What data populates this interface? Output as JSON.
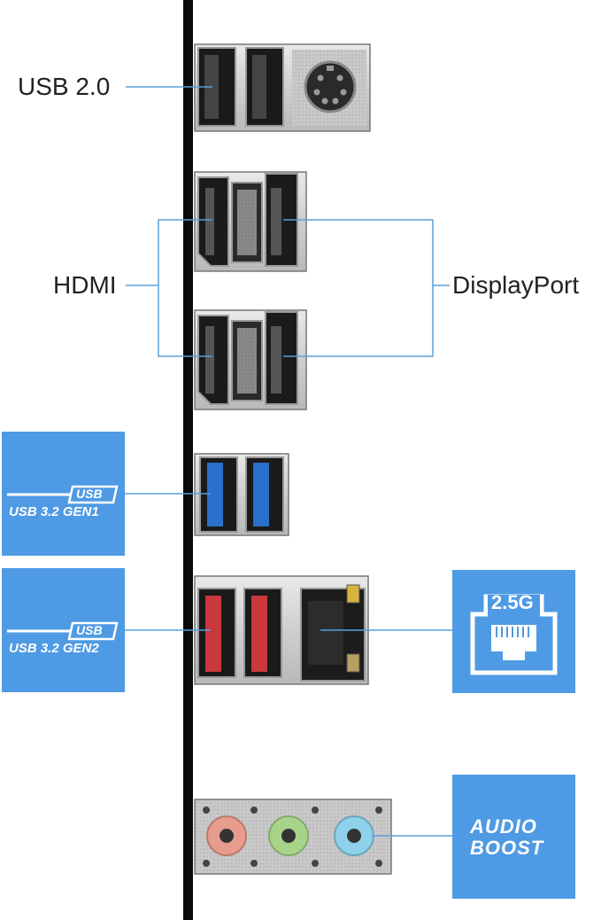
{
  "labels": {
    "usb20": "USB 2.0",
    "hdmi": "HDMI",
    "displayport": "DisplayPort"
  },
  "badges": {
    "usb_gen1": {
      "logo": "USB",
      "text": "USB 3.2 GEN1"
    },
    "usb_gen2": {
      "logo": "USB",
      "text": "USB 3.2 GEN2"
    },
    "lan": {
      "speed": "2.5G"
    },
    "audio": {
      "line1": "AUDIO",
      "line2": "BOOST"
    }
  },
  "colors": {
    "leader": "#5aa0d8",
    "badge": "#4f9ae4",
    "usb3_blue": "#2a6fc9",
    "usb32_red": "#c8383c",
    "audio_pink": "#e89c8e",
    "audio_green": "#a8d48a",
    "audio_blue": "#8fd0ea"
  }
}
